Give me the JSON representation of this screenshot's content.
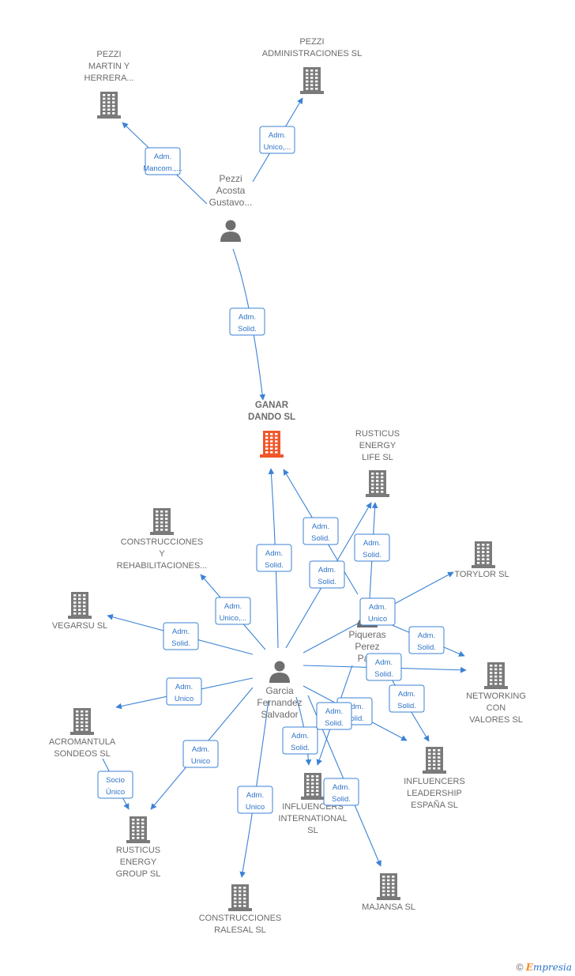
{
  "nodes": [
    {
      "id": "pezzi_martin",
      "label": [
        "PEZZI",
        "MARTIN Y",
        "HERRERA..."
      ],
      "type": "company"
    },
    {
      "id": "pezzi_admin",
      "label": [
        "PEZZI",
        "ADMINISTRACIONES SL"
      ],
      "type": "company"
    },
    {
      "id": "pezzi_person",
      "label": [
        "Pezzi",
        "Acosta",
        "Gustavo..."
      ],
      "type": "person"
    },
    {
      "id": "ganar",
      "label": [
        "GANAR",
        "DANDO SL"
      ],
      "type": "company",
      "focus": true
    },
    {
      "id": "rusticus_life",
      "label": [
        "RUSTICUS",
        "ENERGY",
        "LIFE SL"
      ],
      "type": "company"
    },
    {
      "id": "construcciones_rehab",
      "label": [
        "CONSTRUCCIONES",
        "Y",
        "REHABILITACIONES..."
      ],
      "type": "company"
    },
    {
      "id": "torylor",
      "label": [
        "TORYLOR SL"
      ],
      "type": "company"
    },
    {
      "id": "vegarsu",
      "label": [
        "VEGARSU SL"
      ],
      "type": "company"
    },
    {
      "id": "piqueras",
      "label": [
        "Piqueras",
        "Perez",
        "Pa..."
      ],
      "type": "person"
    },
    {
      "id": "garcia",
      "label": [
        "Garcia",
        "Fernandez",
        "Salvador"
      ],
      "type": "person"
    },
    {
      "id": "networking",
      "label": [
        "NETWORKING",
        "CON",
        "VALORES SL"
      ],
      "type": "company"
    },
    {
      "id": "acromantula",
      "label": [
        "ACROMANTULA",
        "SONDEOS SL"
      ],
      "type": "company"
    },
    {
      "id": "influencers_leadership",
      "label": [
        "INFLUENCERS",
        "LEADERSHIP",
        "ESPAÑA SL"
      ],
      "type": "company"
    },
    {
      "id": "influencers_intl",
      "label": [
        "INFLUENCERS",
        "INTERNATIONAL",
        "SL"
      ],
      "type": "company"
    },
    {
      "id": "rusticus_group",
      "label": [
        "RUSTICUS",
        "ENERGY",
        "GROUP SL"
      ],
      "type": "company"
    },
    {
      "id": "majansa",
      "label": [
        "MAJANSA SL"
      ],
      "type": "company"
    },
    {
      "id": "construcciones_ralesal",
      "label": [
        "CONSTRUCCIONES",
        "RALESAL SL"
      ],
      "type": "company"
    }
  ],
  "edges": [
    {
      "from": "pezzi_person",
      "to": "pezzi_martin",
      "label": [
        "Adm.",
        "Mancom.,..."
      ]
    },
    {
      "from": "pezzi_person",
      "to": "pezzi_admin",
      "label": [
        "Adm.",
        "Unico,..."
      ]
    },
    {
      "from": "pezzi_person",
      "to": "ganar",
      "label": [
        "Adm.",
        "Solid."
      ]
    },
    {
      "from": "garcia",
      "to": "ganar",
      "label": [
        "Adm.",
        "Solid."
      ]
    },
    {
      "from": "piqueras",
      "to": "ganar",
      "label": [
        "Adm.",
        "Solid."
      ]
    },
    {
      "from": "garcia",
      "to": "rusticus_life",
      "label": [
        "Adm.",
        "Solid."
      ]
    },
    {
      "from": "piqueras",
      "to": "rusticus_life",
      "label": [
        "Adm.",
        "Solid."
      ]
    },
    {
      "from": "garcia",
      "to": "construcciones_rehab",
      "label": [
        "Adm.",
        "Unico,..."
      ]
    },
    {
      "from": "garcia",
      "to": "torylor",
      "label": [
        "Adm.",
        "Unico"
      ]
    },
    {
      "from": "garcia",
      "to": "vegarsu",
      "label": [
        "Adm.",
        "Solid."
      ]
    },
    {
      "from": "garcia",
      "to": "networking",
      "label": [
        "Adm.",
        "Solid."
      ]
    },
    {
      "from": "piqueras",
      "to": "networking",
      "label": [
        "Adm.",
        "Solid."
      ]
    },
    {
      "from": "garcia",
      "to": "acromantula",
      "label": [
        "Adm.",
        "Unico"
      ]
    },
    {
      "from": "garcia",
      "to": "influencers_leadership",
      "label": [
        "Adm.",
        "Solid."
      ]
    },
    {
      "from": "piqueras",
      "to": "influencers_leadership",
      "label": [
        "Adm.",
        "Solid."
      ]
    },
    {
      "from": "garcia",
      "to": "influencers_intl",
      "label": [
        "Adm.",
        "Solid."
      ]
    },
    {
      "from": "piqueras",
      "to": "influencers_intl",
      "label": [
        "Adm.",
        "Solid."
      ]
    },
    {
      "from": "garcia",
      "to": "rusticus_group",
      "label": [
        "Adm.",
        "Unico"
      ]
    },
    {
      "from": "acromantula",
      "to": "rusticus_group",
      "label": [
        "Socio",
        "Único"
      ]
    },
    {
      "from": "garcia",
      "to": "majansa",
      "label": [
        "Adm.",
        "Solid."
      ]
    },
    {
      "from": "garcia",
      "to": "construcciones_ralesal",
      "label": [
        "Adm.",
        "Unico"
      ]
    }
  ],
  "colors": {
    "edge": "#3b82d6",
    "building": "#7a7a7a",
    "building_focus": "#f0572a",
    "person": "#6e6e6e",
    "label": "#6b6b6b"
  },
  "icons": {
    "company": "building-icon",
    "person": "person-icon"
  },
  "footer": {
    "copyright_symbol": "©",
    "brand_initial": "E",
    "brand_rest": "mpresia"
  }
}
